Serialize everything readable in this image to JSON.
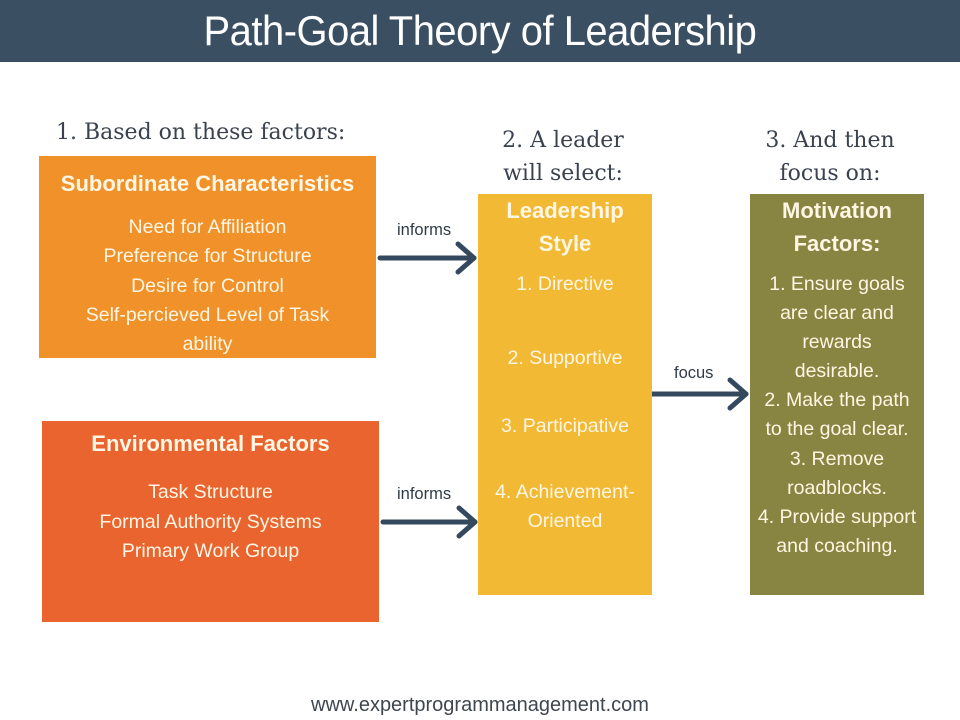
{
  "header": {
    "title": "Path-Goal Theory of Leadership"
  },
  "steps": [
    {
      "label": "1. Based on these factors:"
    },
    {
      "label_lines": [
        "2. A leader",
        "will select:"
      ]
    },
    {
      "label_lines": [
        "3. And then",
        "focus on:"
      ]
    }
  ],
  "subordinate_characteristics": {
    "title": "Subordinate Characteristics",
    "items": [
      "Need for Affiliation",
      "Preference for Structure",
      "Desire for Control",
      "Self-percieved Level of Task",
      "ability"
    ],
    "color": "#F0912A"
  },
  "environmental_factors": {
    "title": "Environmental Factors",
    "items": [
      "Task Structure",
      "Formal Authority Systems",
      "Primary Work Group"
    ],
    "color": "#E9642F"
  },
  "leadership_style": {
    "title_lines": [
      "Leadership",
      "Style"
    ],
    "styles": [
      "1. Directive",
      "2. Supportive",
      "3. Participative",
      "4. Achievement-",
      "Oriented"
    ],
    "color": "#F2B935"
  },
  "motivation_factors": {
    "title_lines": [
      "Motivation",
      "Factors:"
    ],
    "items": [
      "1. Ensure goals",
      "are clear and",
      "rewards",
      "desirable.",
      "2. Make the path",
      "to the goal clear.",
      "3. Remove",
      "roadblocks.",
      "4. Provide support",
      "and coaching."
    ],
    "color": "#878541"
  },
  "connectors": [
    {
      "from": "subordinate_characteristics",
      "to": "leadership_style",
      "label": "informs"
    },
    {
      "from": "environmental_factors",
      "to": "leadership_style",
      "label": "informs"
    },
    {
      "from": "leadership_style",
      "to": "motivation_factors",
      "label": "focus"
    }
  ],
  "colors": {
    "header_bg": "#3B4F62",
    "arrow": "#34495E",
    "text_dark": "#3A4250"
  },
  "footer": {
    "url": "www.expertprogrammanagement.com"
  }
}
